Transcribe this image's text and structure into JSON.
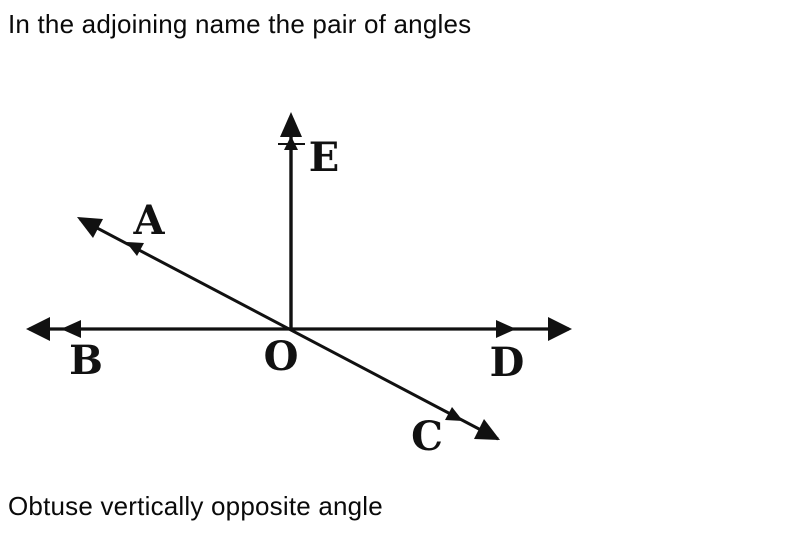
{
  "question": {
    "text": "In the adjoining name the pair of angles"
  },
  "prompt": {
    "text": "Obtuse vertically opposite angle"
  },
  "diagram": {
    "description": "Three lines through point O: horizontal line BD, vertical ray OE, diagonal line AC",
    "point_labels": {
      "e": "E",
      "a": "A",
      "b": "B",
      "o": "O",
      "d": "D",
      "c": "C"
    },
    "line_color": "#111111",
    "background_color": "#ffffff"
  }
}
